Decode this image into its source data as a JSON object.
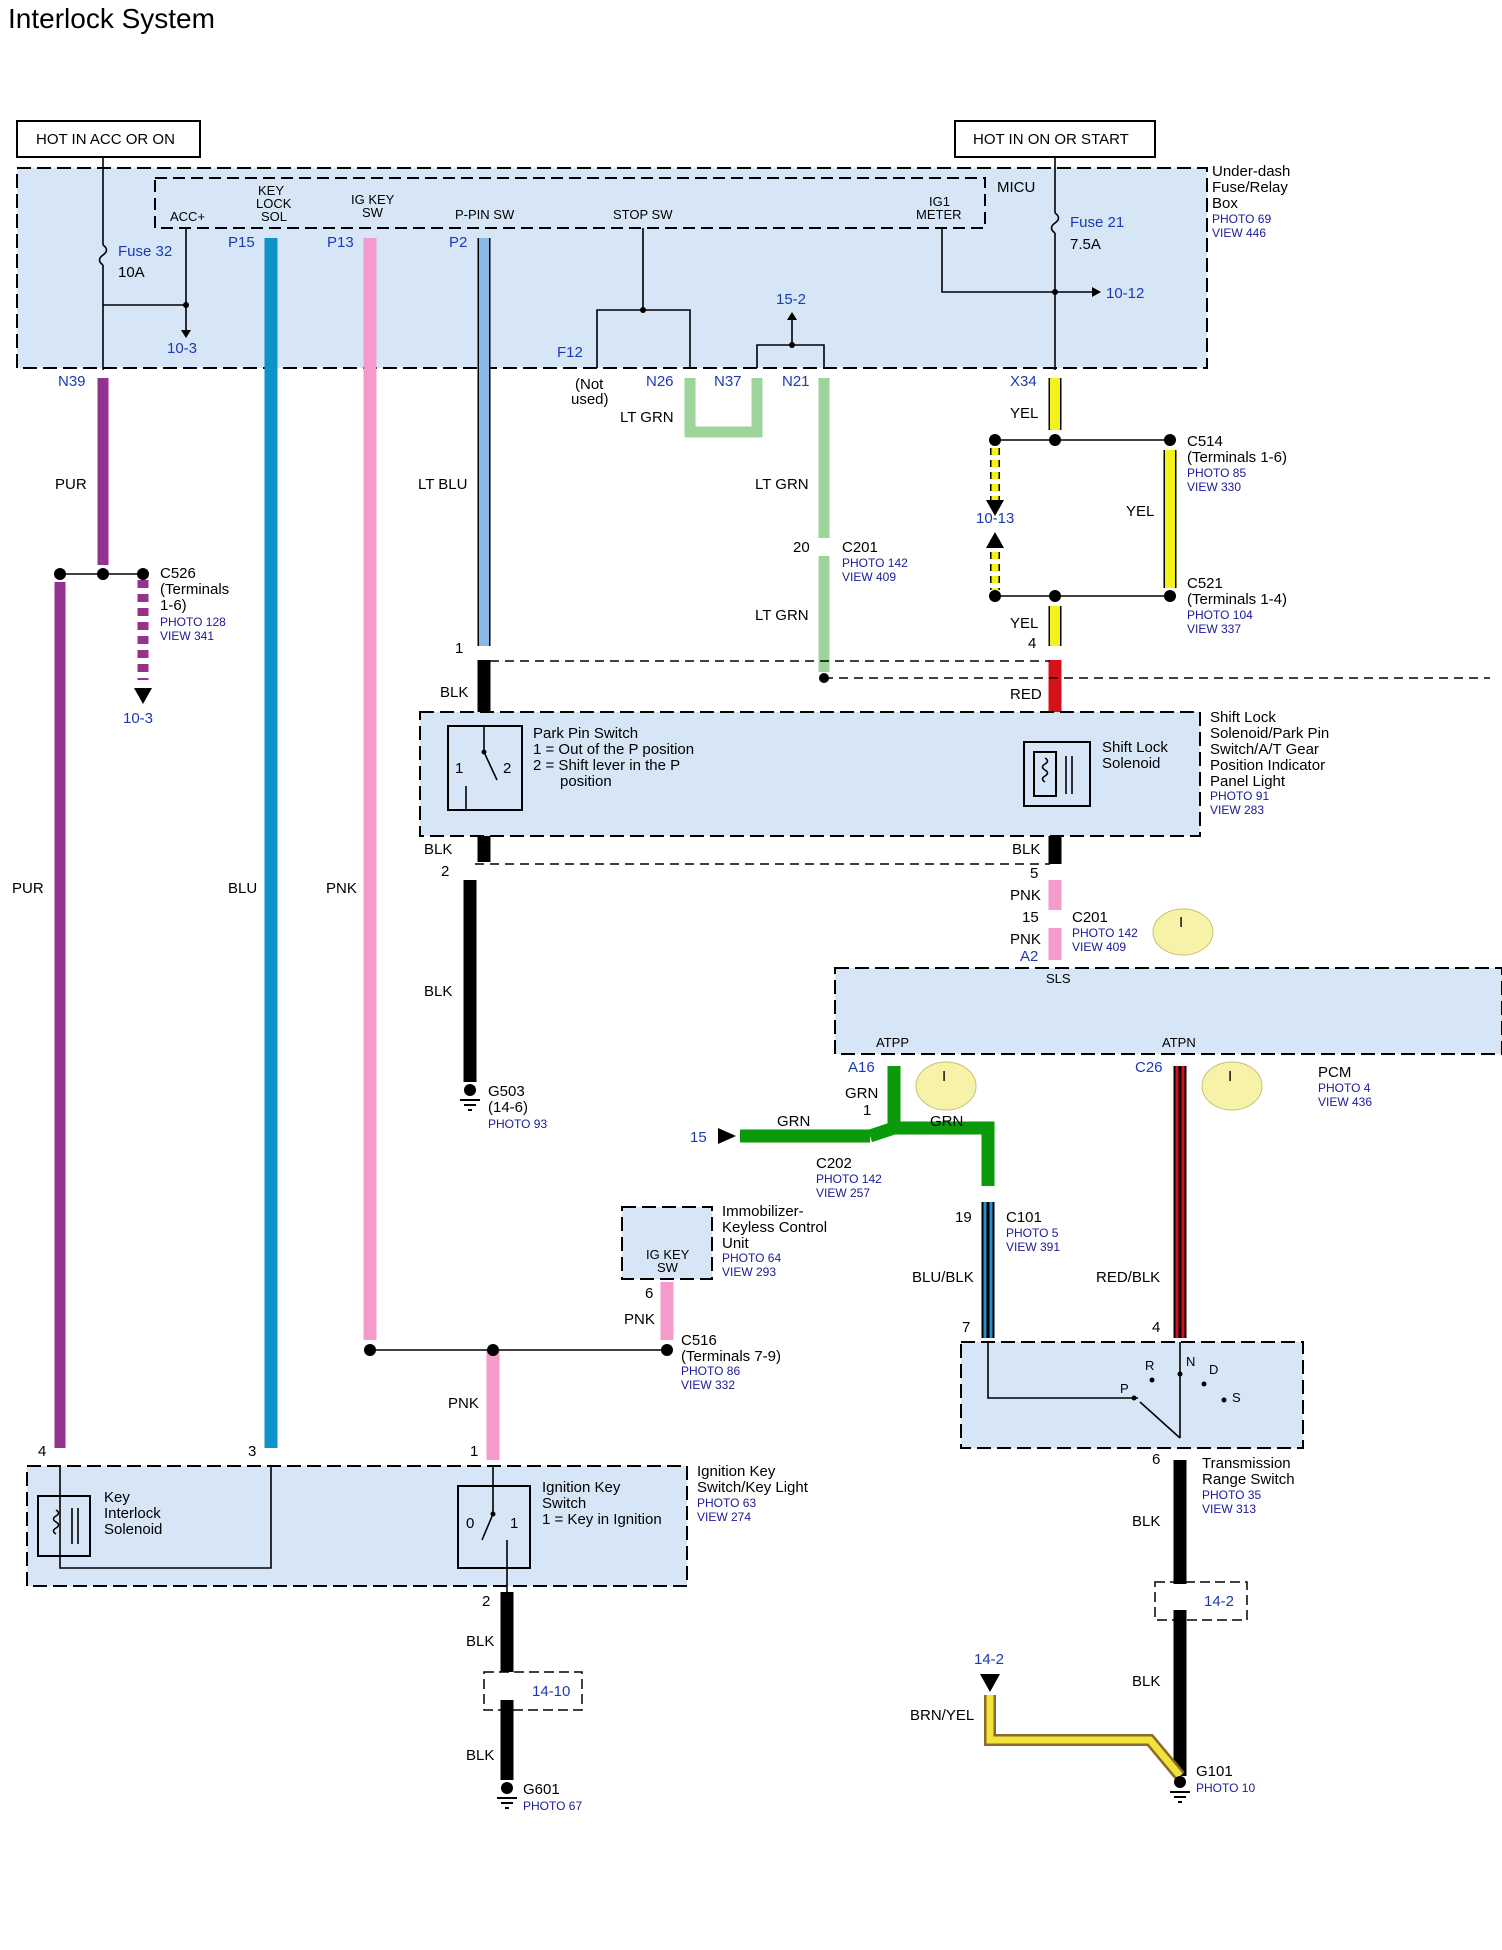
{
  "title": "Interlock System",
  "colors": {
    "PUR": "#93328f",
    "BLU": "#0d93c8",
    "PNK": "#f59bcb",
    "LTBLU": "#8ab8e6",
    "LTGRN": "#9cd49a",
    "YEL": "#f4f218",
    "RED": "#d7111a",
    "BLK": "#000000",
    "GRN": "#0a9a0a",
    "BRNYEL": "#f2e33a",
    "REDBLK": "#d7111a",
    "BLUBLK": "#2a8cc8",
    "box": "#d6e6f7",
    "nav": "#1a3ab5"
  },
  "power": {
    "acc": "HOT IN ACC OR ON",
    "start": "HOT IN ON OR START"
  },
  "fusebox": {
    "name_lines": [
      "Under-dash",
      "Fuse/Relay",
      "Box"
    ],
    "photo": "PHOTO 69",
    "view": "VIEW 446",
    "micu": "MICU",
    "fuse32": "Fuse 32",
    "fuse32_amp": "10A",
    "fuse21": "Fuse 21",
    "fuse21_amp": "7.5A",
    "acc": "ACC+",
    "key_lock_lines": [
      "KEY",
      "LOCK",
      "SOL"
    ],
    "ig_key_lines": [
      "IG KEY",
      "SW"
    ],
    "ppin": "P-PIN SW",
    "stop": "STOP SW",
    "ig1_lines": [
      "IG1",
      "METER"
    ],
    "p15": "P15",
    "p13": "P13",
    "p2": "P2",
    "f12": "F12",
    "not_used": "(Not",
    "not_used2": "used)",
    "n26": "N26",
    "n37": "N37",
    "n21": "N21",
    "n39": "N39",
    "x34": "X34",
    "ref_10_3": "10-3",
    "ref_10_12": "10-12",
    "ref_15_2": "15-2"
  },
  "wires": {
    "pur": "PUR",
    "blu": "BLU",
    "pnk": "PNK",
    "ltblu": "LT BLU",
    "ltgrn": "LT GRN",
    "yel": "YEL",
    "red": "RED",
    "blk": "BLK",
    "grn": "GRN",
    "blublk": "BLU/BLK",
    "redblk": "RED/BLK",
    "brnyel": "BRN/YEL"
  },
  "connectors": {
    "c526": {
      "name": "C526",
      "term1": "(Terminals",
      "term2": "1-6)",
      "photo": "PHOTO 128",
      "view": "VIEW 341",
      "ref": "10-3"
    },
    "c514": {
      "name": "C514",
      "term": "(Terminals 1-6)",
      "photo": "PHOTO 85",
      "view": "VIEW 330"
    },
    "c521": {
      "name": "C521",
      "term": "(Terminals 1-4)",
      "photo": "PHOTO 104",
      "view": "VIEW 337"
    },
    "ref_10_13": "10-13",
    "c201a": {
      "name": "C201",
      "pin": "20",
      "photo": "PHOTO 142",
      "view": "VIEW 409"
    },
    "c201b": {
      "name": "C201",
      "pin": "15",
      "photo": "PHOTO 142",
      "view": "VIEW 409"
    },
    "c202": {
      "name": "C202",
      "pin": "1",
      "photo": "PHOTO 142",
      "view": "VIEW 257"
    },
    "c101": {
      "name": "C101",
      "pin": "19",
      "photo": "PHOTO 5",
      "view": "VIEW 391"
    },
    "c516": {
      "name": "C516",
      "pin": "6",
      "term": "(Terminals 7-9)",
      "photo": "PHOTO 86",
      "view": "VIEW 332"
    }
  },
  "shift_lock": {
    "name_lines": [
      "Shift Lock",
      "Solenoid/Park Pin",
      "Switch/A/T Gear",
      "Position Indicator",
      "Panel Light"
    ],
    "photo": "PHOTO 91",
    "view": "VIEW 283",
    "ppsw": "Park Pin Switch",
    "ppsw1": "1 = Out of the P position",
    "ppsw2": "2 = Shift lever in the P",
    "ppsw3": "position",
    "sol_lines": [
      "Shift Lock",
      "Solenoid"
    ],
    "pin1": "1",
    "pin2": "2",
    "pin4": "4",
    "pin5": "5",
    "sw1": "1",
    "sw2": "2"
  },
  "grounds": {
    "g503": "G503",
    "g503_sub": "(14-6)",
    "g503_photo": "PHOTO 93",
    "g601": "G601",
    "g601_photo": "PHOTO 67",
    "g101": "G101",
    "g101_photo": "PHOTO 10"
  },
  "pcm": {
    "name": "PCM",
    "photo": "PHOTO 4",
    "view": "VIEW 436",
    "sls": "SLS",
    "atpp": "ATPP",
    "atpn": "ATPN",
    "a2": "A2",
    "a16": "A16",
    "c26": "C26",
    "ref15": "15",
    "marker": "I"
  },
  "immobilizer": {
    "name_lines": [
      "Immobilizer-",
      "Keyless Control",
      "Unit"
    ],
    "photo": "PHOTO 64",
    "view": "VIEW 293",
    "inner_lines": [
      "IG KEY",
      "SW"
    ]
  },
  "ignition": {
    "name_lines": [
      "Ignition Key",
      "Switch/Key Light"
    ],
    "photo": "PHOTO 63",
    "view": "VIEW 274",
    "key_sol_lines": [
      "Key",
      "Interlock",
      "Solenoid"
    ],
    "sw_lines": [
      "Ignition Key",
      "Switch",
      "1 = Key in Ignition"
    ],
    "pin4": "4",
    "pin3": "3",
    "pin1": "1",
    "pin2": "2",
    "sw0": "0",
    "sw1": "1"
  },
  "trs": {
    "name_lines": [
      "Transmission",
      "Range Switch"
    ],
    "photo": "PHOTO 35",
    "view": "VIEW 313",
    "pin7": "7",
    "pin4": "4",
    "pin6": "6",
    "pos": [
      "P",
      "R",
      "N",
      "D",
      "S"
    ]
  },
  "refs": {
    "r14_2": "14-2",
    "r14_10": "14-10",
    "r14_2b": "14-2"
  }
}
